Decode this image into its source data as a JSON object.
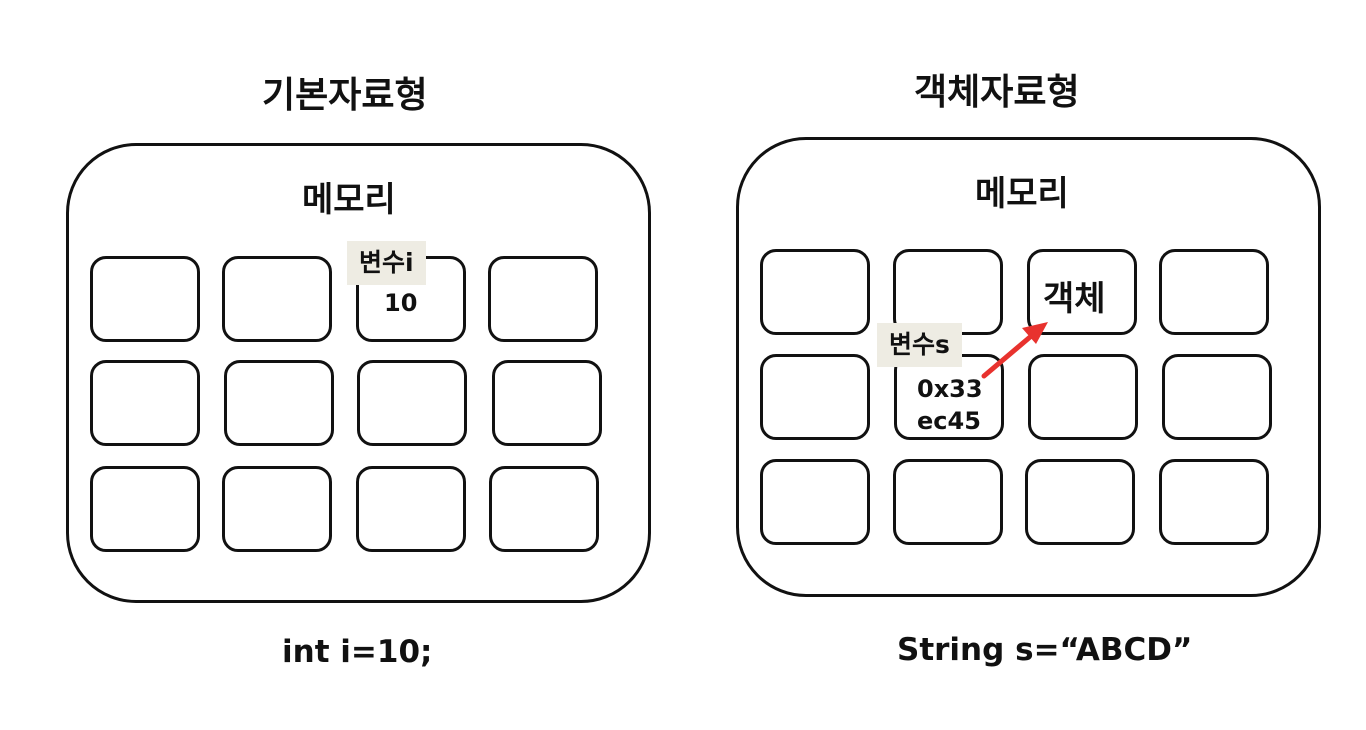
{
  "left": {
    "title": "기본자료형",
    "memory_label": "메모리",
    "variable": {
      "tag": "변수i",
      "value": "10"
    },
    "code": "int i=10;"
  },
  "right": {
    "title": "객체자료형",
    "memory_label": "메모리",
    "variable": {
      "tag": "변수s",
      "value_line1": "0x33",
      "value_line2": "ec45"
    },
    "object_label": "객체",
    "code": "String s=“ABCD”"
  },
  "colors": {
    "arrow": "#e8322e",
    "tag_bg": "#eeece3",
    "stroke": "#111111"
  }
}
